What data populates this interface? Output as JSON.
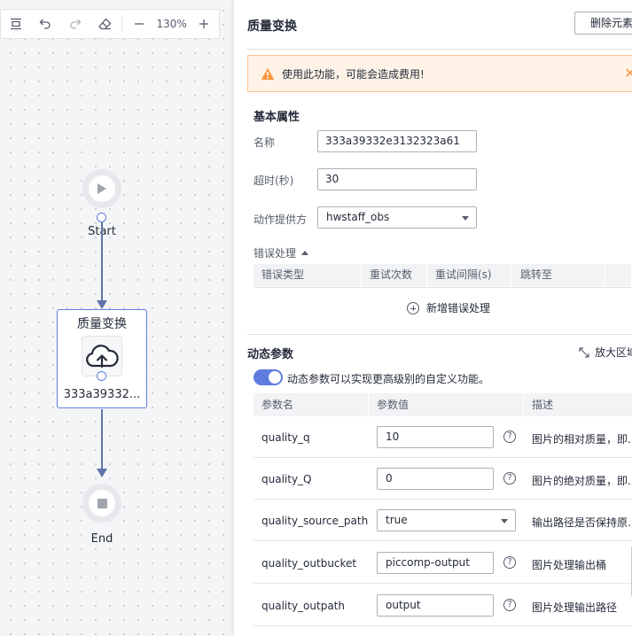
{
  "toolbar": {
    "zoom": "130%"
  },
  "flow": {
    "start_label": "Start",
    "end_label": "End",
    "task_title": "质量变换",
    "task_name": "333a39332..."
  },
  "panel": {
    "title": "质量变换",
    "delete_button": "删除元素",
    "warning_text": "使用此功能，可能会造成费用!",
    "basic_section": "基本属性",
    "name_label": "名称",
    "name_value": "333a39332e3132323a61",
    "timeout_label": "超时(秒)",
    "timeout_value": "30",
    "provider_label": "动作提供方",
    "provider_value": "hwstaff_obs",
    "error_toggle": "错误处理",
    "error_columns": [
      "错误类型",
      "重试次数",
      "重试间隔(s)",
      "跳转至"
    ],
    "add_error": "新增错误处理",
    "dynamic_section": "动态参数",
    "zoom_area": "放大区域",
    "switch_text": "动态参数可以实现更高级别的自定义功能。",
    "param_columns": [
      "参数名",
      "参数值",
      "描述"
    ],
    "params": [
      {
        "name": "quality_q",
        "value": "10",
        "desc": "图片的相对质量，即..."
      },
      {
        "name": "quality_Q",
        "value": "0",
        "desc": "图片的绝对质量，即..."
      },
      {
        "name": "quality_source_path",
        "value": "true",
        "desc": "输出路径是否保持原..."
      },
      {
        "name": "quality_outbucket",
        "value": "piccomp-output",
        "desc": "图片处理输出桶"
      },
      {
        "name": "quality_outpath",
        "value": "output",
        "desc": "图片处理输出路径"
      }
    ]
  },
  "colors": {
    "accent": "#5e7ce0",
    "warning_bg": "#fff3e8",
    "warning_icon": "#fa9841"
  }
}
